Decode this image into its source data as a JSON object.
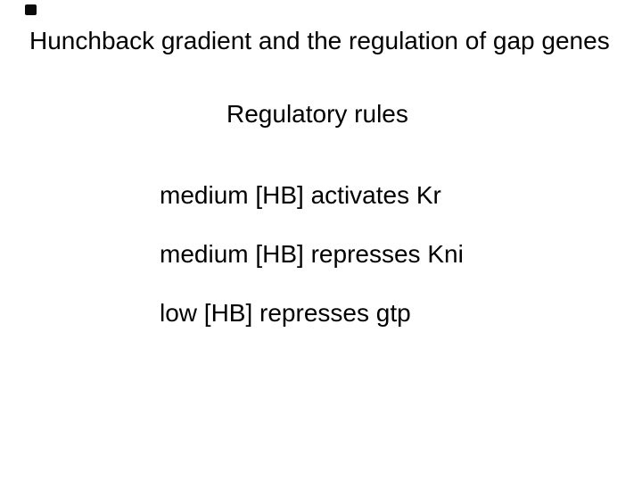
{
  "slide": {
    "title": "Hunchback gradient and the regulation of gap genes",
    "subtitle": "Regulatory rules",
    "rules": [
      "medium [HB] activates Kr",
      "medium [HB] represses Kni",
      "low [HB] represses gtp"
    ],
    "colors": {
      "background": "#ffffff",
      "text": "#000000",
      "corner_mark": "#0a0a0a"
    }
  }
}
